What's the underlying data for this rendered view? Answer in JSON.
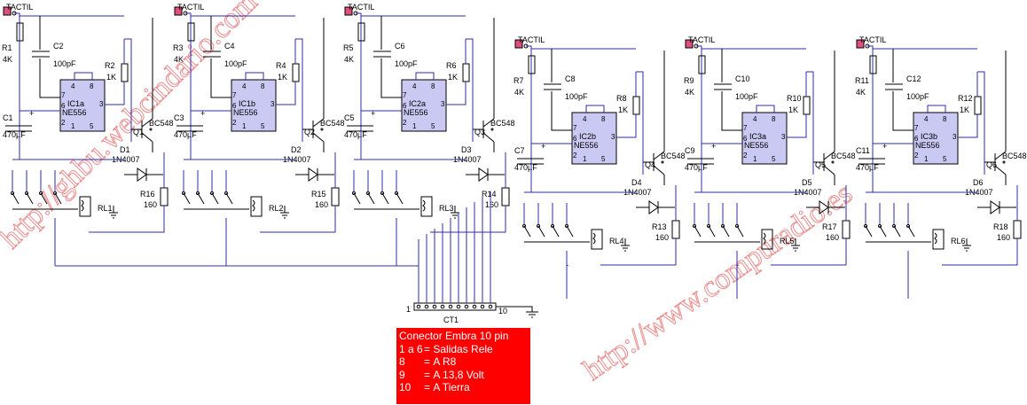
{
  "watermarks": [
    "http://ghbu.webcindario.com",
    "http://www.compuradio.es"
  ],
  "touch_label": "TACTIL",
  "stages": [
    {
      "ic": "IC1a",
      "ic_type": "NE556",
      "r_top": "R1",
      "r_top_val": "4K",
      "c_small": "C2",
      "c_small_val": "100pF",
      "r_mid": "R2",
      "r_mid_val": "1K",
      "c_big": "C1",
      "c_big_val": "470µF",
      "transistor": "Q1",
      "transistor_type": "BC548",
      "diode": "D1",
      "diode_type": "1N4007",
      "r_coil": "R16",
      "r_coil_val": "160",
      "relay": "RL1"
    },
    {
      "ic": "IC1b",
      "ic_type": "NE556",
      "r_top": "R3",
      "r_top_val": "4K",
      "c_small": "C4",
      "c_small_val": "100pF",
      "r_mid": "R4",
      "r_mid_val": "1K",
      "c_big": "C3",
      "c_big_val": "470µF",
      "transistor": "Q2",
      "transistor_type": "BC548",
      "diode": "D2",
      "diode_type": "1N4007",
      "r_coil": "R15",
      "r_coil_val": "160",
      "relay": "RL2"
    },
    {
      "ic": "IC2a",
      "ic_type": "NE556",
      "r_top": "R5",
      "r_top_val": "4K",
      "c_small": "C6",
      "c_small_val": "100pF",
      "r_mid": "R6",
      "r_mid_val": "1K",
      "c_big": "C5",
      "c_big_val": "470µF",
      "transistor": "Q3",
      "transistor_type": "BC548",
      "diode": "D3",
      "diode_type": "1N4007",
      "r_coil": "R14",
      "r_coil_val": "160",
      "relay": "RL3"
    },
    {
      "ic": "IC2b",
      "ic_type": "NE556",
      "r_top": "R7",
      "r_top_val": "4K",
      "c_small": "C8",
      "c_small_val": "100pF",
      "r_mid": "R8",
      "r_mid_val": "1K",
      "c_big": "C7",
      "c_big_val": "470µF",
      "transistor": "Q4",
      "transistor_type": "BC548",
      "diode": "D4",
      "diode_type": "1N4007",
      "r_coil": "R13",
      "r_coil_val": "160",
      "relay": "RL4"
    },
    {
      "ic": "IC3a",
      "ic_type": "NE556",
      "r_top": "R9",
      "r_top_val": "4K",
      "c_small": "C10",
      "c_small_val": "100pF",
      "r_mid": "R10",
      "r_mid_val": "1K",
      "c_big": "C9",
      "c_big_val": "470µF",
      "transistor": "Q5",
      "transistor_type": "BC548",
      "diode": "D5",
      "diode_type": "1N4007",
      "r_coil": "R17",
      "r_coil_val": "160",
      "relay": "RL5"
    },
    {
      "ic": "IC3b",
      "ic_type": "NE556",
      "r_top": "R11",
      "r_top_val": "4K",
      "c_small": "C12",
      "c_small_val": "100pF",
      "r_mid": "R12",
      "r_mid_val": "1K",
      "c_big": "C11",
      "c_big_val": "470µF",
      "transistor": "Q6",
      "transistor_type": "BC548",
      "diode": "D6",
      "diode_type": "1N4007",
      "r_coil": "R18",
      "r_coil_val": "160",
      "relay": "RL6"
    }
  ],
  "pins": {
    "p4": "4",
    "p8": "8",
    "p7": "7",
    "p6": "6",
    "p3": "3",
    "p2": "2",
    "p1": "1",
    "p5": "5",
    "cap_plus": "+"
  },
  "connector": {
    "name": "CT1",
    "first_pin": "1",
    "last_pin": "10"
  },
  "note": {
    "title": "Conector Embra 10 pin",
    "rows": [
      {
        "key": "1 a 6",
        "sep": "=",
        "value": "Salidas Rele"
      },
      {
        "key": "8",
        "sep": "=",
        "value": "A R8"
      },
      {
        "key": "9",
        "sep": "=",
        "value": "A 13,8 Volt"
      },
      {
        "key": "10",
        "sep": "=",
        "value": "A Tierra"
      }
    ]
  }
}
